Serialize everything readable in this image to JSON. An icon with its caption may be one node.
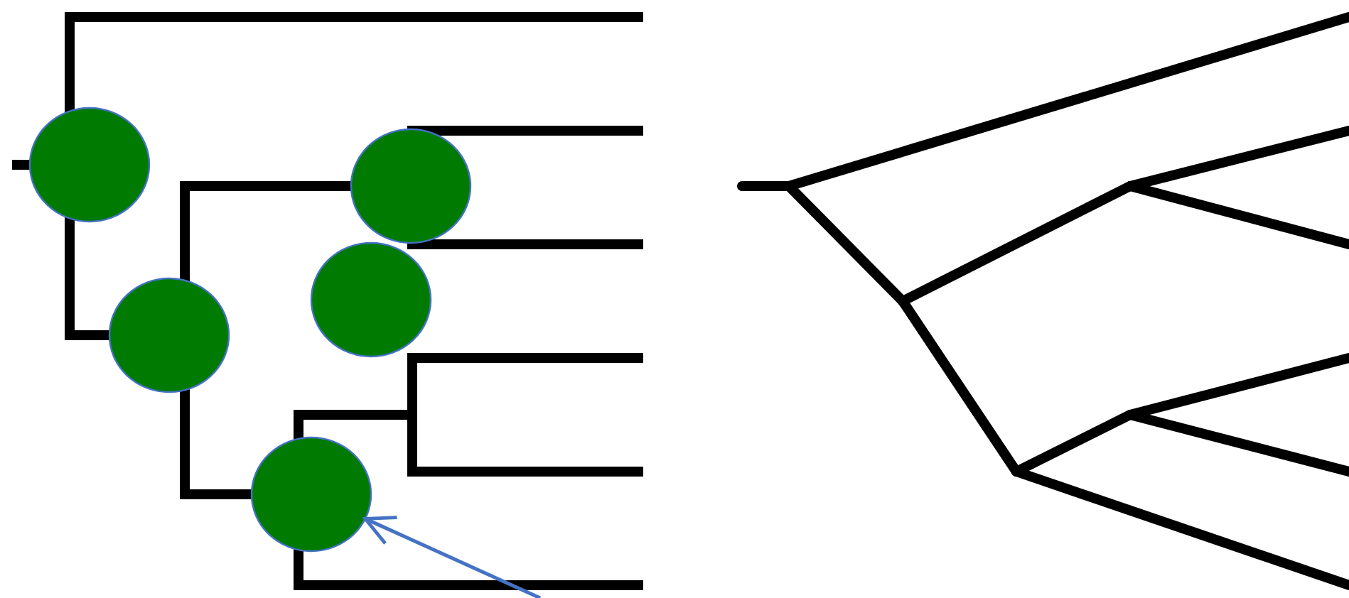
{
  "diagram": {
    "nodes": [
      {
        "text": [],
        "shape": "circle"
      },
      {
        "text": [],
        "shape": "circle"
      },
      {
        "text": [],
        "shape": "circle"
      },
      {
        "text": [],
        "shape": "circle"
      },
      {
        "text": [],
        "shape": "circle"
      }
    ],
    "edges": [
      {
        "from": null,
        "to": 4,
        "arrow": "to",
        "color": "#4472c4"
      }
    ]
  }
}
